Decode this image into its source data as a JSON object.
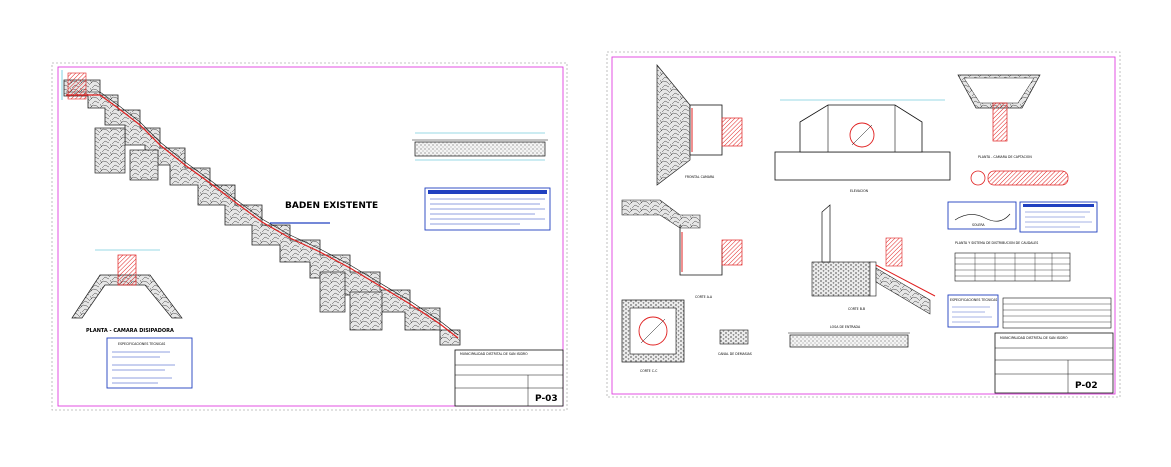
{
  "colors": {
    "sheet_border": "#b0b0b0",
    "frame_magenta": "#e040e0",
    "line_dark": "#111111",
    "hatch_red": "#e02020",
    "info_blue": "#2040c0",
    "dim_cyan": "#00a0c0",
    "stone_fill": "#d8d8d8"
  },
  "sheets": [
    {
      "sheet_code": "P-03",
      "labels": {
        "zone": "BADEN EXISTENTE",
        "plan_view": "PLANTA - CAMARA DISIPADORA",
        "spec_title": "ESPECIFICACIONES TECNICAS",
        "title_block_header": "MUNICIPALIDAD DISTRITAL DE SAN ISIDRO"
      }
    },
    {
      "sheet_code": "P-02",
      "labels": {
        "elevation": "ELEVACION",
        "front_view": "FRONTAL CAMARA",
        "plan_camera": "PLANTA - CAMARA DE CAPTACION",
        "chute": "CANAL DE DEMASIAS",
        "slab": "LOSA DE ENTRADA",
        "cut_a": "CORTE A-A",
        "cut_b": "CORTE B-B",
        "cut_c": "CORTE C-C",
        "zone_note": "SOLERA",
        "table_title": "PLANTA Y SISTEMA DE DISTRIBUCION DE CAUDALES",
        "spec_title": "ESPECIFICACIONES TECNICAS",
        "title_block_header": "MUNICIPALIDAD DISTRITAL DE SAN ISIDRO"
      }
    }
  ]
}
